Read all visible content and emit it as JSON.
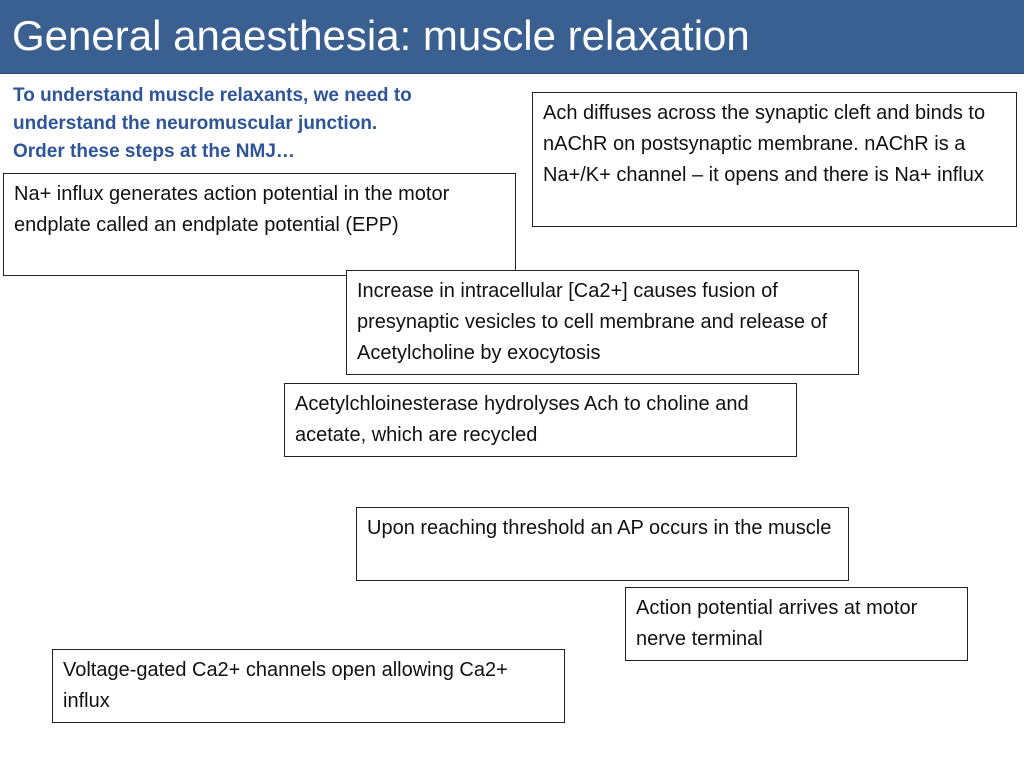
{
  "slide": {
    "title": "General anaesthesia: muscle relaxation",
    "instructions": [
      "To understand muscle relaxants, we need to",
      "understand the neuromuscular junction.",
      "Order these steps at the NMJ…"
    ]
  },
  "steps": [
    {
      "text": "Ach diffuses across the synaptic cleft and binds to nAChR on postsynaptic membrane. nAChR is a Na+/K+ channel – it opens and there is Na+ influx"
    },
    {
      "text": "Na+ influx generates action potential in the motor endplate called an endplate potential (EPP)"
    },
    {
      "text": "Increase in intracellular [Ca2+] causes fusion of presynaptic vesicles to cell membrane and release of Acetylcholine by exocytosis"
    },
    {
      "text": "Acetylchloinesterase hydrolyses Ach to choline and acetate, which are recycled"
    },
    {
      "text": "Upon reaching threshold an AP occurs in the muscle"
    },
    {
      "text": "Action potential arrives at motor nerve terminal"
    },
    {
      "text": "Voltage-gated Ca2+ channels open allowing Ca2+ influx"
    }
  ],
  "colors": {
    "title_bar": "#3a6092",
    "title_text": "#ffffff",
    "instructions_text": "#2e5597",
    "box_border": "#222222"
  }
}
